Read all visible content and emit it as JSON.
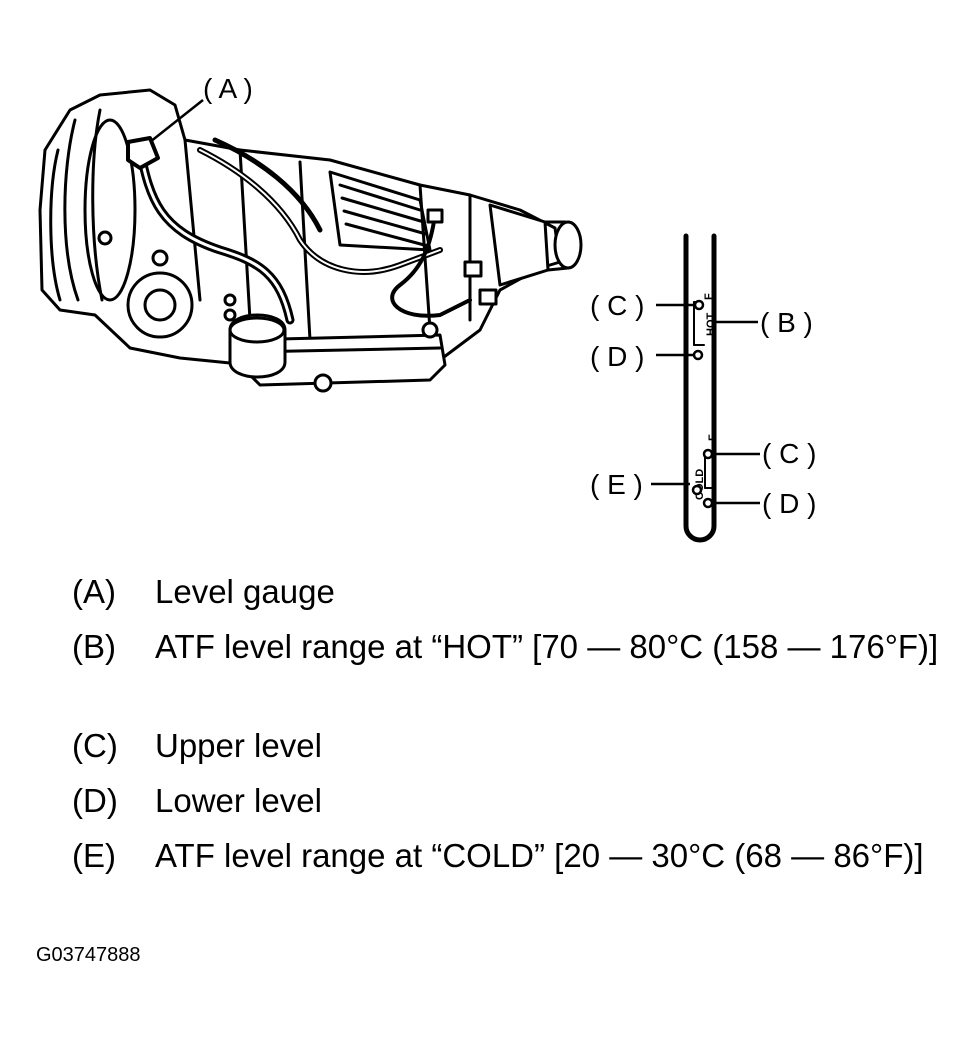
{
  "diagram": {
    "callouts": {
      "gauge": "( A )",
      "hot_upper": "( C )",
      "hot_lower": "( D )",
      "hot_range": "( B )",
      "cold_upper": "( C )",
      "cold_range": "( E )",
      "cold_lower": "( D )"
    },
    "dipstick_marks": {
      "hot_full": "F",
      "hot": "HOT",
      "cold_full": "F",
      "cold": "COLD"
    }
  },
  "legend": [
    {
      "key": "(A)",
      "text": "Level gauge"
    },
    {
      "key": "(B)",
      "text": "ATF level range at “HOT” [70 — 80°C (158 — 176°F)]"
    },
    {
      "key": "(C)",
      "text": "Upper level"
    },
    {
      "key": "(D)",
      "text": "Lower level"
    },
    {
      "key": "(E)",
      "text": "ATF level range at “COLD” [20 — 30°C (68 — 86°F)]"
    }
  ],
  "figure_id": "G03747888",
  "colors": {
    "ink": "#000000",
    "paper": "#ffffff"
  }
}
